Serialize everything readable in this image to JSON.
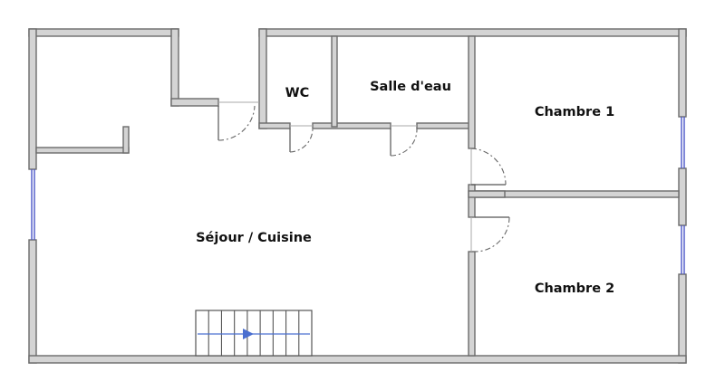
{
  "rooms": {
    "sejour": "Séjour / Cuisine",
    "wc": "WC",
    "salle_eau": "Salle d'eau",
    "chambre1": "Chambre 1",
    "chambre2": "Chambre 2"
  },
  "staircase": {
    "steps": 9,
    "direction": "right"
  },
  "colors": {
    "wall_fill": "#d4d4d4",
    "wall_outline": "#6b6b6b",
    "window": "#4a55c8",
    "stair_arrow": "#4a6fd0"
  }
}
